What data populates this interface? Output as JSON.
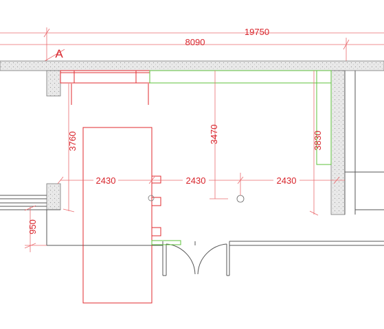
{
  "axis_marker": "A",
  "dimensions": {
    "total_width": "19750",
    "room_width": "8090",
    "left_height": "3760",
    "center_height": "3470",
    "right_height": "3830",
    "span_left": "2430",
    "span_mid": "2430",
    "span_right": "2430",
    "window_offset": "950"
  },
  "colors": {
    "dimension": "#d8232a",
    "equipment_red": "#e0282d",
    "equipment_green": "#5cc03a",
    "wall": "#555555"
  }
}
